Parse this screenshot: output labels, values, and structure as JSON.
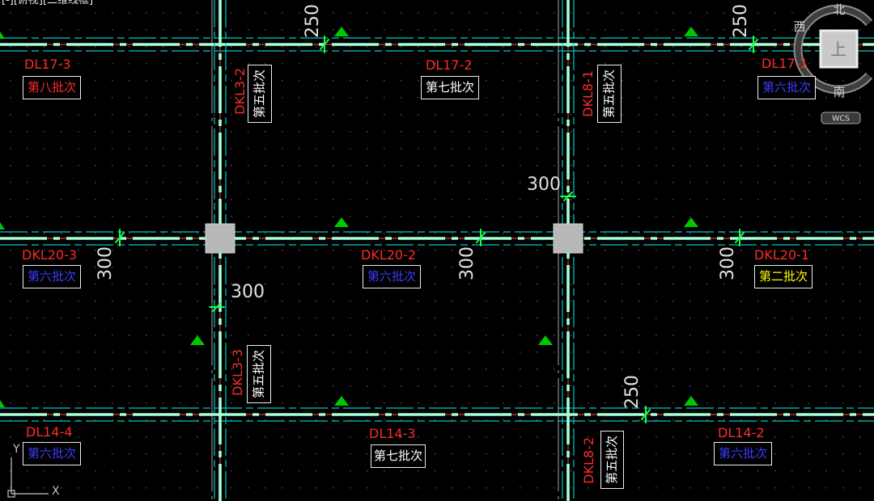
{
  "viewport": {
    "controls_label": "[-][俯视][二维线框]"
  },
  "viewcube": {
    "north": "北",
    "west": "西",
    "south": "南",
    "face": "上",
    "coordinate_system": "WCS"
  },
  "ucs_icon": {
    "x_axis": "X",
    "y_axis": "Y"
  },
  "beam_labels": [
    {
      "code": "DL17-3",
      "batch": "第八批次",
      "batch_color": "#ff2a2a"
    },
    {
      "code": "DL17-2",
      "batch": "第七批次",
      "batch_color": "#ffffff"
    },
    {
      "code": "DL17-1",
      "batch": "第六批次",
      "batch_color": "#3c3cff"
    },
    {
      "code": "DKL3-2",
      "batch": "第五批次",
      "batch_color": "#ffffff"
    },
    {
      "code": "DKL8-1",
      "batch": "第五批次",
      "batch_color": "#ffffff"
    },
    {
      "code": "DKL20-3",
      "batch": "第六批次",
      "batch_color": "#3c3cff"
    },
    {
      "code": "DKL20-2",
      "batch": "第六批次",
      "batch_color": "#3c3cff"
    },
    {
      "code": "DKL20-1",
      "batch": "第二批次",
      "batch_color": "#ffff00"
    },
    {
      "code": "DKL3-3",
      "batch": "第五批次",
      "batch_color": "#ffffff"
    },
    {
      "code": "DL14-4",
      "batch": "第六批次",
      "batch_color": "#3c3cff"
    },
    {
      "code": "DL14-3",
      "batch": "第七批次",
      "batch_color": "#ffffff"
    },
    {
      "code": "DL14-2",
      "batch": "第六批次",
      "batch_color": "#3c3cff"
    },
    {
      "code": "DKL8-2",
      "batch": "第五批次",
      "batch_color": "#ffffff"
    }
  ],
  "dimensions": [
    "250",
    "250",
    "300",
    "300",
    "300",
    "300",
    "300",
    "250"
  ],
  "colors": {
    "background": "#000000",
    "beam": "#a8ffd8",
    "beam_edge": "#00c8c8",
    "beam_axis": "#c8461e",
    "guide_line": "#cfcfcf",
    "beam_label": "#ff2a2a",
    "column": "#b8b8b8",
    "elevation_marker": "#00c800",
    "dimension_tick": "#19ff4a",
    "dimension_text": "#e2e2e2",
    "grid_dot": "#4d4d4d"
  }
}
